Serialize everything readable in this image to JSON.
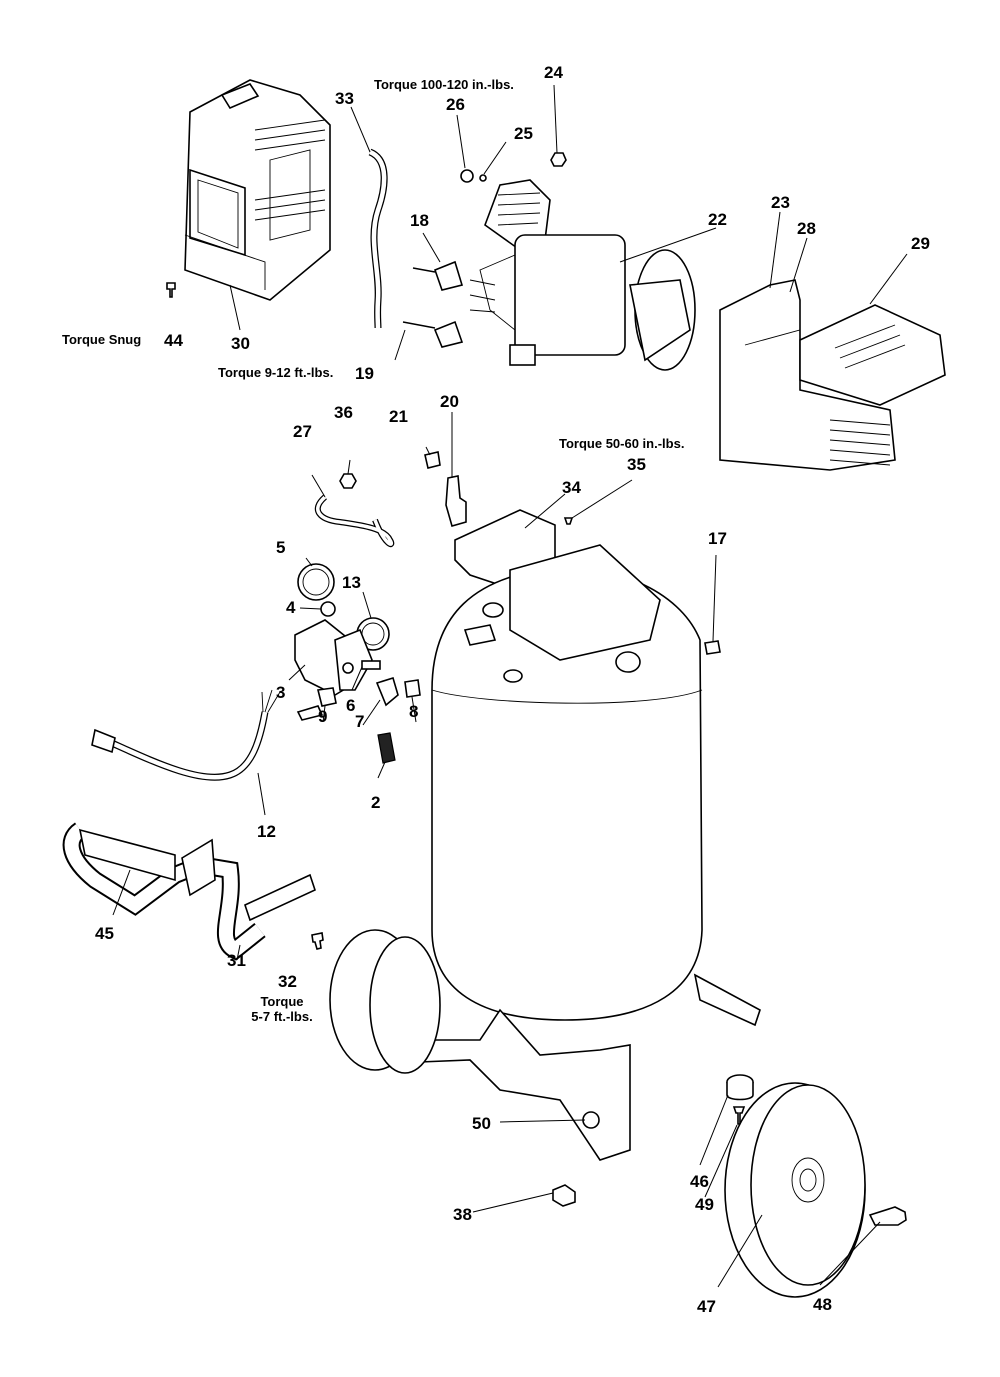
{
  "torque_notes": {
    "t1": "Torque 100-120 in.-lbs.",
    "t2": "Torque Snug",
    "t3": "Torque 9-12 ft.-lbs.",
    "t4": "Torque 50-60 in.-lbs.",
    "t5_line1": "Torque",
    "t5_line2": "5-7 ft.-lbs."
  },
  "callouts": {
    "c24": "24",
    "c26": "26",
    "c25": "25",
    "c33": "33",
    "c22": "22",
    "c18": "18",
    "c23": "23",
    "c28": "28",
    "c29": "29",
    "c44": "44",
    "c30": "30",
    "c19": "19",
    "c36": "36",
    "c27": "27",
    "c21": "21",
    "c20": "20",
    "c35": "35",
    "c34": "34",
    "c5": "5",
    "c13": "13",
    "c4": "4",
    "c17": "17",
    "c3": "3",
    "c6": "6",
    "c9": "9",
    "c7": "7",
    "c8": "8",
    "c2": "2",
    "c12": "12",
    "c45": "45",
    "c31": "31",
    "c32": "32",
    "c50": "50",
    "c46": "46",
    "c49": "49",
    "c38": "38",
    "c47": "47",
    "c48": "48"
  }
}
